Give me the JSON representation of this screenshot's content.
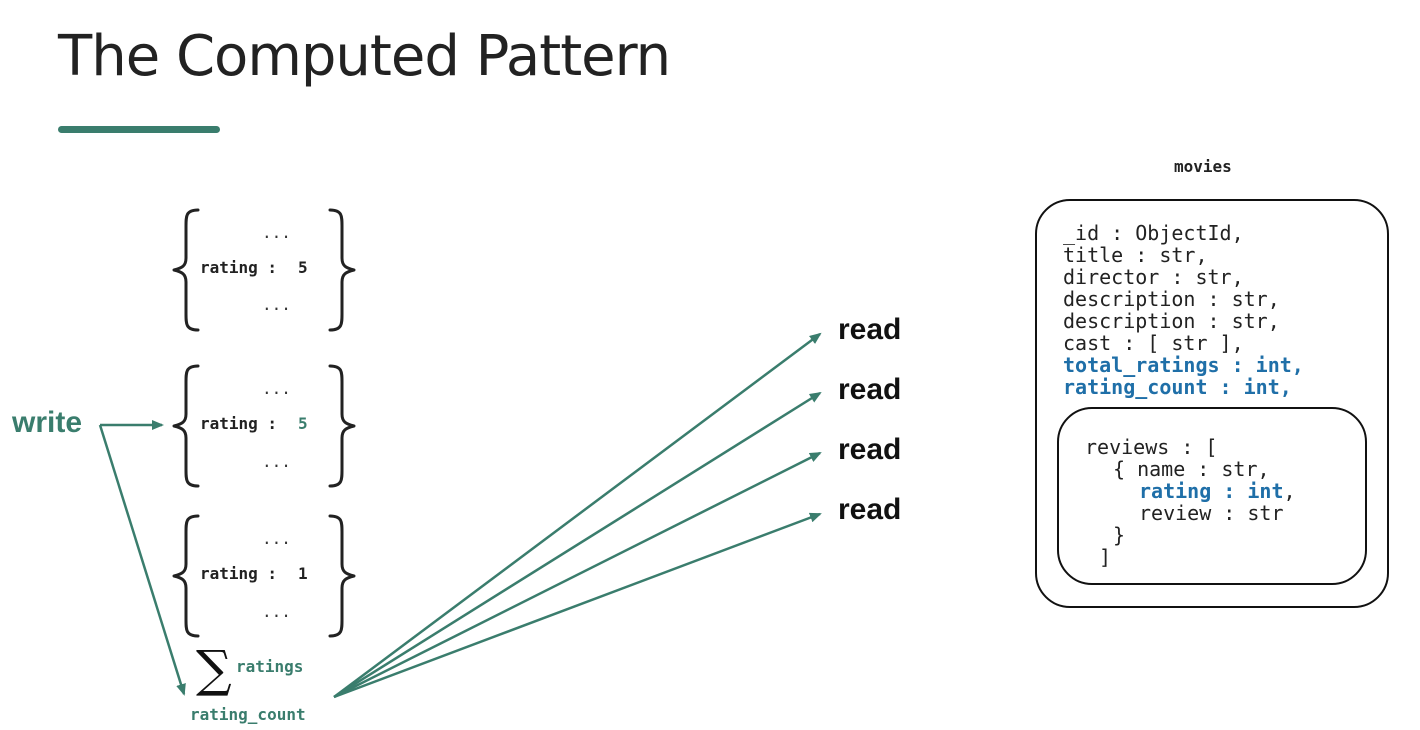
{
  "title": "The Computed Pattern",
  "colors": {
    "accent": "#3a7d6d",
    "highlight": "#1f6fa8",
    "text": "#222222"
  },
  "documents": [
    {
      "ellipsis_top": "...",
      "rating_key": "rating :",
      "rating_value": "5",
      "ellipsis_bottom": "...",
      "value_highlighted": false
    },
    {
      "ellipsis_top": "...",
      "rating_key": "rating :",
      "rating_value": "5",
      "ellipsis_bottom": "...",
      "value_highlighted": true
    },
    {
      "ellipsis_top": "...",
      "rating_key": "rating :",
      "rating_value": "1",
      "ellipsis_bottom": "...",
      "value_highlighted": false
    }
  ],
  "write_label": "write",
  "sum": {
    "symbol": "∑",
    "label": "ratings"
  },
  "rating_count_label": "rating_count",
  "read_labels": [
    "read",
    "read",
    "read",
    "read"
  ],
  "schema": {
    "collection": "movies",
    "fields": [
      {
        "text": "_id : ObjectId,",
        "highlighted": false
      },
      {
        "text": "title : str,",
        "highlighted": false
      },
      {
        "text": "director : str,",
        "highlighted": false
      },
      {
        "text": "description : str,",
        "highlighted": false
      },
      {
        "text": "description : str,",
        "highlighted": false
      },
      {
        "text": "cast : [ str ],",
        "highlighted": false
      },
      {
        "text": "total_ratings : int,",
        "highlighted": true
      },
      {
        "text": "rating_count : int,",
        "highlighted": true
      }
    ],
    "reviews": {
      "open": "reviews : [",
      "item_open": "{ name : str,",
      "rating_field": "rating : int",
      "rating_comma": ",",
      "review_field": "review : str",
      "item_close": "}",
      "close": "]"
    }
  }
}
